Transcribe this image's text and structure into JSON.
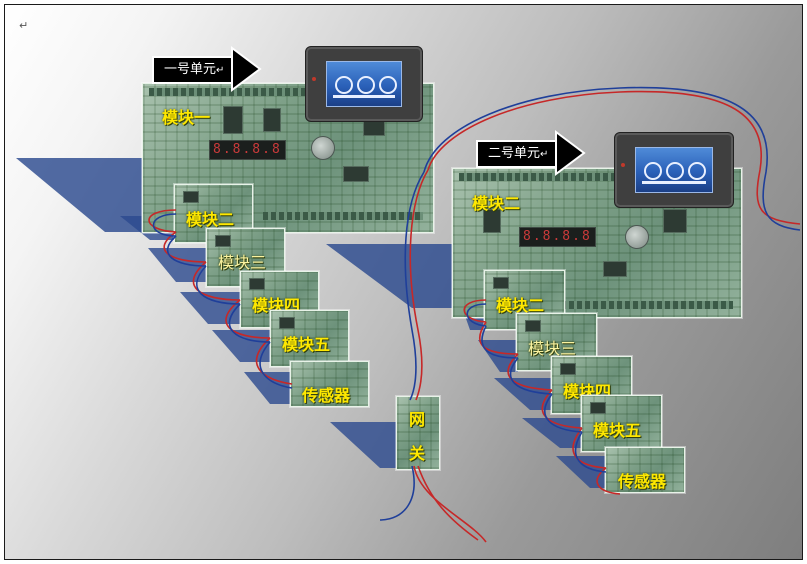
{
  "page": {
    "paragraph_mark": "↵"
  },
  "unit1": {
    "title": "一号单元",
    "return_mark": "↵",
    "modules": [
      "模块一",
      "模块二",
      "模块三",
      "模块四",
      "模块五"
    ],
    "sensor": "传感器",
    "display": "8.8.8.8"
  },
  "unit2": {
    "title": "二号单元",
    "return_mark": "↵",
    "modules": [
      "模块二",
      "模块二",
      "模块三",
      "模块四",
      "模块五"
    ],
    "sensor": "传感器",
    "display": "8.8.8.8"
  },
  "gateway": {
    "line1": "网",
    "line2": "关"
  },
  "colors": {
    "label": "#ffe800",
    "shadow": "#2c4a8f",
    "wire_red": "#c62828",
    "wire_blue": "#1f3f9a",
    "hmi_screen": "#2a60b8"
  }
}
